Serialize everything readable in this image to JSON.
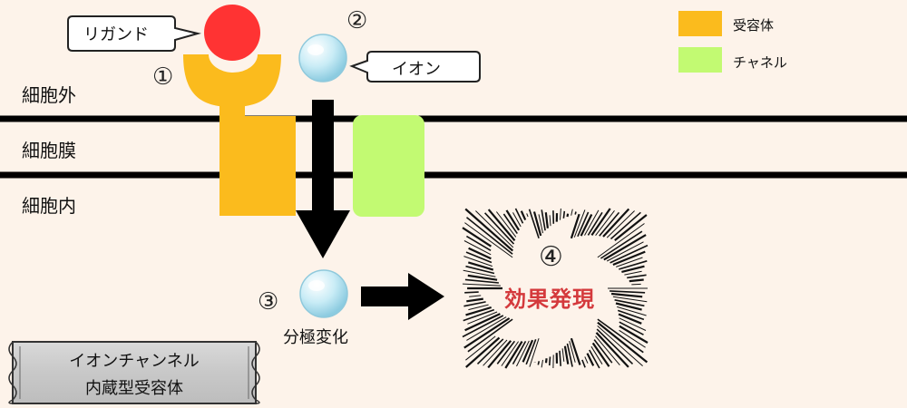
{
  "regions": {
    "outside": "細胞外",
    "membrane": "細胞膜",
    "inside": "細胞内"
  },
  "labels": {
    "ligand": "リガンド",
    "ion": "イオン",
    "depolarization": "分極変化",
    "effect": "効果発現"
  },
  "steps": [
    "①",
    "②",
    "③",
    "④"
  ],
  "legend": [
    {
      "label": "受容体",
      "color": "#fbbb1d"
    },
    {
      "label": "チャネル",
      "color": "#c2fa72"
    }
  ],
  "scroll": {
    "line1": "イオンチャンネル",
    "line2": "内蔵型受容体"
  },
  "colors": {
    "background": "#fdf3ea",
    "ligand": "#ff3333",
    "receptor": "#fbbb1d",
    "channel": "#c2fa72",
    "ion": "#a9dcec",
    "effect_text": "#d4393c"
  }
}
